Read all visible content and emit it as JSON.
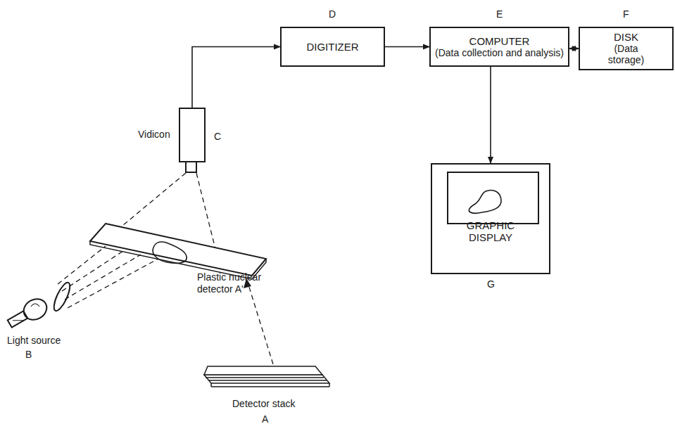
{
  "diagram": {
    "nodes": [
      {
        "text": [
          "D",
          "DIGITIZER"
        ]
      },
      {
        "text": [
          "E",
          "COMPUTER",
          "(Data collection and analysis)"
        ]
      },
      {
        "text": [
          "F",
          "DISK",
          "(Data storage)"
        ]
      },
      {
        "text": [
          "Vidicon",
          "C"
        ]
      },
      {
        "text": [
          "GRAPHIC DISPLAY",
          "G"
        ]
      }
    ],
    "edges": [
      {
        "from": 3,
        "to": 0,
        "arrow": "to"
      },
      {
        "from": 0,
        "to": 1,
        "arrow": "to"
      },
      {
        "from": 1,
        "to": 2,
        "arrow": "both"
      },
      {
        "from": 1,
        "to": 4,
        "arrow": "to"
      }
    ],
    "labels": [
      "Plastic nuclear detector A'",
      "Light source",
      "B",
      "Detector stack",
      "A"
    ]
  }
}
